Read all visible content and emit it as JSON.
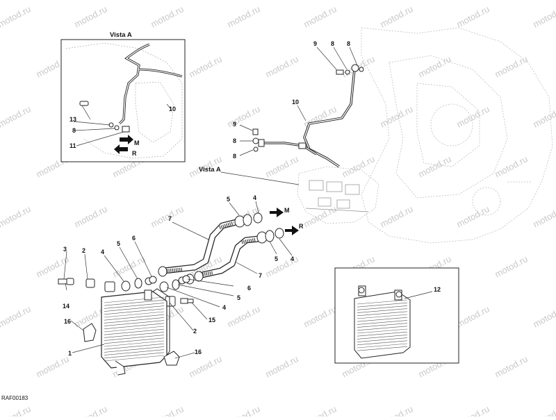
{
  "watermark": "motod.ru",
  "reference_code": "RAF00183",
  "inset_a": {
    "title": "Vista A",
    "labels": [
      "13",
      "8",
      "11",
      "10"
    ],
    "arrow_m": "M",
    "arrow_r": "R"
  },
  "main": {
    "view_a_label": "Vista A",
    "arrow_m": "M",
    "arrow_r": "R",
    "labels": {
      "l9a": "9",
      "l8a": "8",
      "l8b": "8",
      "l10": "10",
      "l9b": "9",
      "l8c": "8",
      "l8d": "8",
      "l7a": "7",
      "l5a": "5",
      "l4a": "4",
      "l5b": "5",
      "l4b": "4",
      "l7b": "7",
      "l3": "3",
      "l2a": "2",
      "l4c": "4",
      "l5c": "5",
      "l6a": "6",
      "l14": "14",
      "l16a": "16",
      "l1": "1",
      "l6b": "6",
      "l5d": "5",
      "l4d": "4",
      "l15": "15",
      "l2b": "2",
      "l16b": "16"
    }
  },
  "inset_b": {
    "label": "12"
  }
}
